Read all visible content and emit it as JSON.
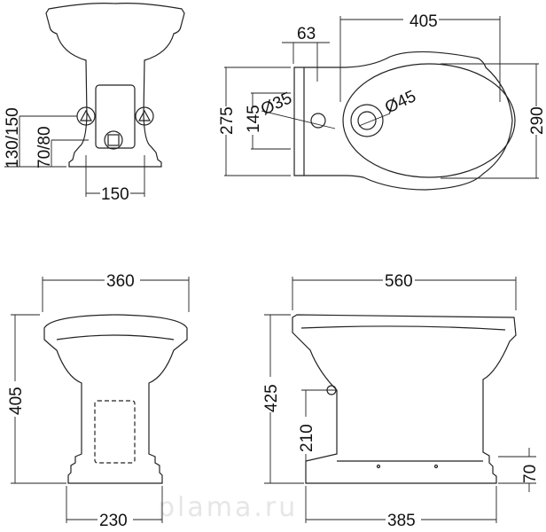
{
  "title": "Bidet technical drawing",
  "top_front": {
    "dim_supply_height": "130/150",
    "dim_drain_height": "70/80",
    "dim_supply_spacing": "150"
  },
  "top_plan": {
    "dim_bowl_length": "405",
    "dim_tap_offset": "63",
    "dim_back_width": "275",
    "dim_inner_width": "145",
    "dim_tap_hole": "Ø35",
    "dim_drain_hole": "Ø45",
    "dim_total_width": "290"
  },
  "front_view": {
    "dim_width": "360",
    "dim_height": "405",
    "dim_base_width": "230"
  },
  "side_view": {
    "dim_length": "560",
    "dim_height": "425",
    "dim_supply_height": "210",
    "dim_fixing_height": "70",
    "dim_base_length": "385"
  },
  "watermark": "plama.ru"
}
